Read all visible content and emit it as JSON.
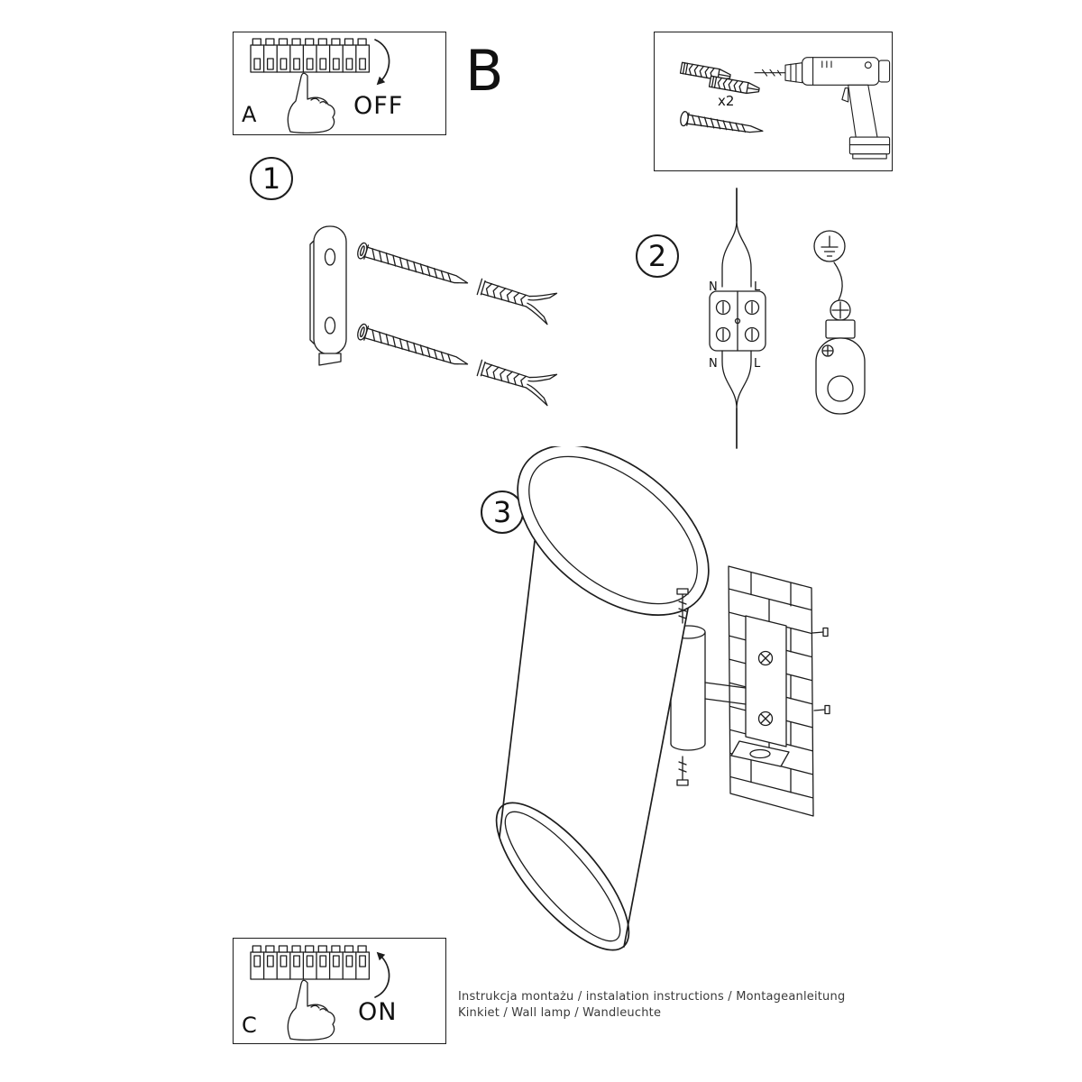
{
  "sheet": {
    "background": "#ffffff",
    "line_color": "#1d1d1d"
  },
  "panel_a": {
    "label": "A",
    "switch_state": "OFF"
  },
  "section_b": {
    "label": "B",
    "quantity": "x2"
  },
  "panel_c": {
    "label": "C",
    "switch_state": "ON"
  },
  "steps": {
    "one": "1",
    "two": "2",
    "three": "3"
  },
  "wiring": {
    "neutral_top": "N",
    "live_top": "L",
    "neutral_bottom": "N",
    "live_bottom": "L"
  },
  "footer": {
    "line1": "Instrukcja montażu / instalation instructions / Montageanleitung",
    "line2": "Kinkiet / Wall lamp / Wandleuchte"
  }
}
